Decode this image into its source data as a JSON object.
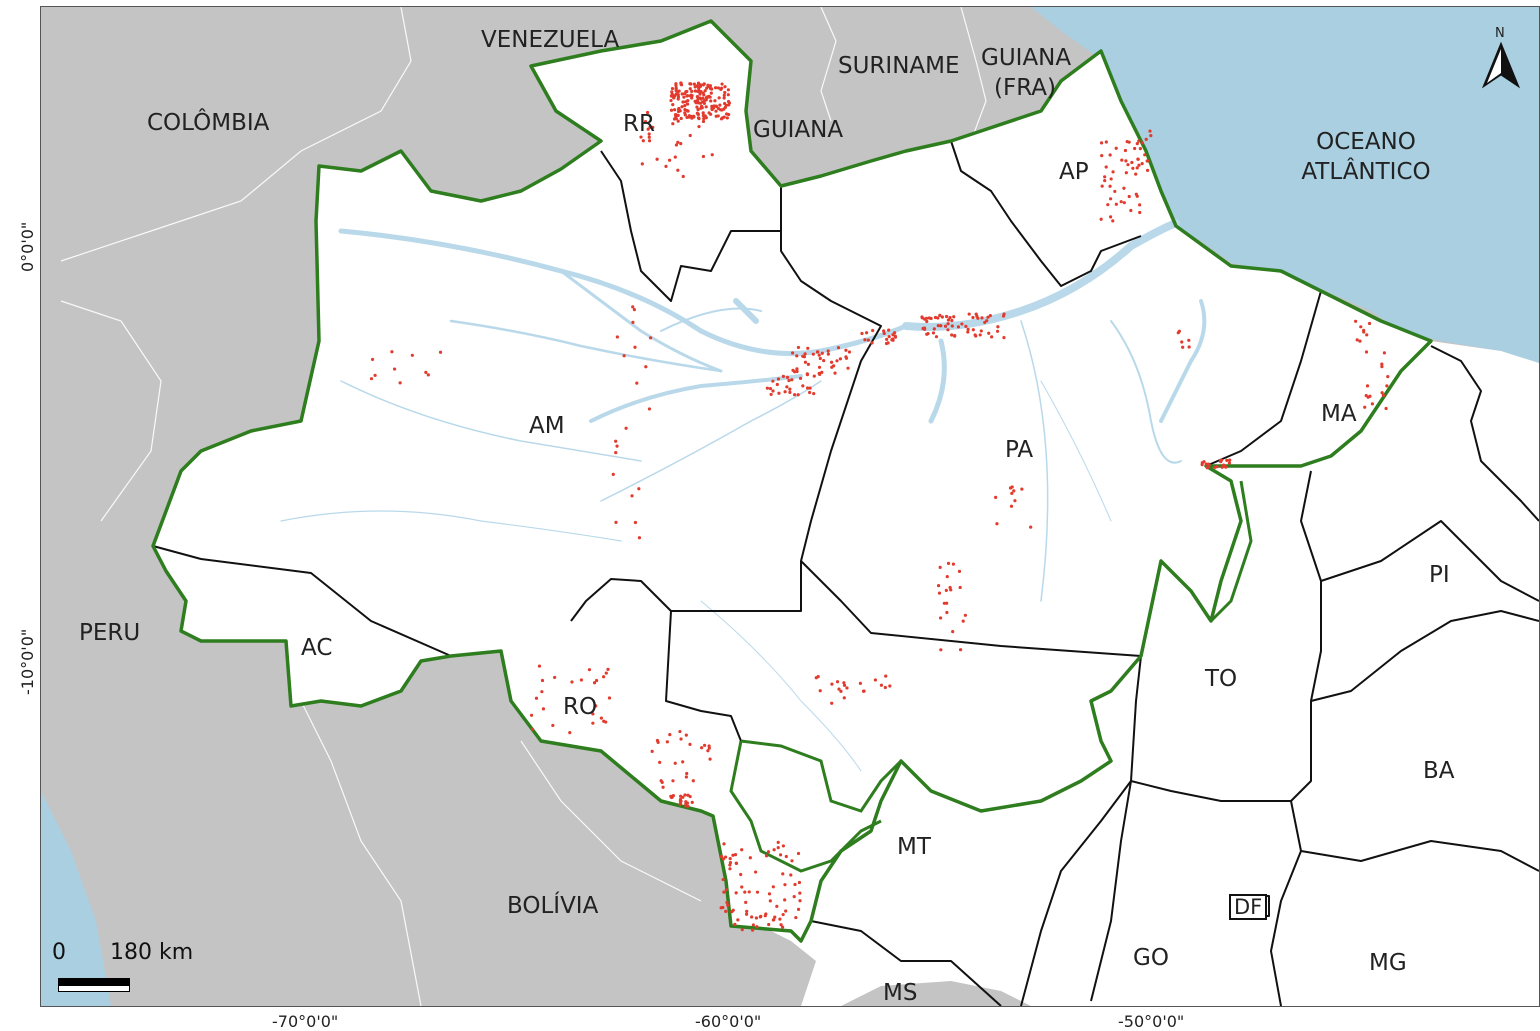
{
  "map": {
    "countries": {
      "venezuela": "VENEZUELA",
      "colombia": "COLÔMBIA",
      "suriname": "SURINAME",
      "french_guiana_line1": "GUIANA",
      "french_guiana_line2": "(FRA)",
      "guyana": "GUIANA",
      "peru": "PERU",
      "bolivia": "BOLÍVIA"
    },
    "ocean_line1": "OCEANO",
    "ocean_line2": "ATLÂNTICO",
    "states": {
      "rr": "RR",
      "ap": "AP",
      "am": "AM",
      "pa": "PA",
      "ma": "MA",
      "pi": "PI",
      "ac": "AC",
      "ro": "RO",
      "to": "TO",
      "ba": "BA",
      "mt": "MT",
      "df": "DF",
      "go": "GO",
      "mg": "MG",
      "ms": "MS"
    },
    "north_label": "N",
    "scale": {
      "zero": "0",
      "distance": "180 km"
    },
    "lat_labels": [
      "0°0'0\"",
      "-10°0'0\""
    ],
    "lon_labels": [
      "-70°0'0\"",
      "-60°0'0\"",
      "-50°0'0\""
    ],
    "colors": {
      "foreign_land": "#c4c4c4",
      "brazil_land": "#ffffff",
      "ocean": "#a9cfe0",
      "rivers": "#b9d9ea",
      "legal_amazon_border": "#2e7d1e",
      "state_borders": "#111111",
      "points": "#e23b2e"
    }
  }
}
